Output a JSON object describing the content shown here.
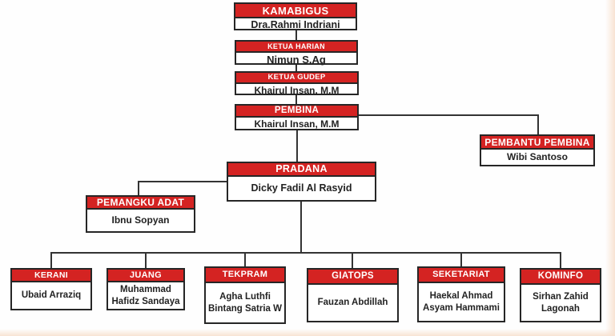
{
  "diagram": {
    "type": "org-chart",
    "colors": {
      "header_bg": "#d42322",
      "header_text": "#ffffff",
      "box_border": "#262626",
      "name_text": "#222222",
      "line": "#333333",
      "edge_tint": "#f8e3d3",
      "background": "#ffffff"
    },
    "nodes": [
      {
        "role": "KAMABIGUS",
        "person": "Dra.Rahmi Indriani"
      },
      {
        "role": "KETUA HARIAN",
        "person": "Nimun S.Ag"
      },
      {
        "role": "KETUA GUDEP",
        "person": "Khairul Insan, M.M"
      },
      {
        "role": "PEMBINA",
        "person": "Khairul Insan, M.M"
      },
      {
        "role": "PEMBANTU PEMBINA",
        "person": "Wibi Santoso"
      },
      {
        "role": "PRADANA",
        "person": "Dicky Fadil Al Rasyid"
      },
      {
        "role": "PEMANGKU ADAT",
        "person": "Ibnu Sopyan"
      },
      {
        "role": "KERANI",
        "person": "Ubaid Arraziq"
      },
      {
        "role": "JUANG",
        "person": "Muhammad Hafidz Sandaya"
      },
      {
        "role": "TEKPRAM",
        "person": "Agha Luthfi Bintang Satria W"
      },
      {
        "role": "GIATOPS",
        "person": "Fauzan Abdillah"
      },
      {
        "role": "SEKETARIAT",
        "person": "Haekal Ahmad Asyam Hammami"
      },
      {
        "role": "KOMINFO",
        "person": "Sirhan Zahid Lagonah"
      }
    ]
  }
}
